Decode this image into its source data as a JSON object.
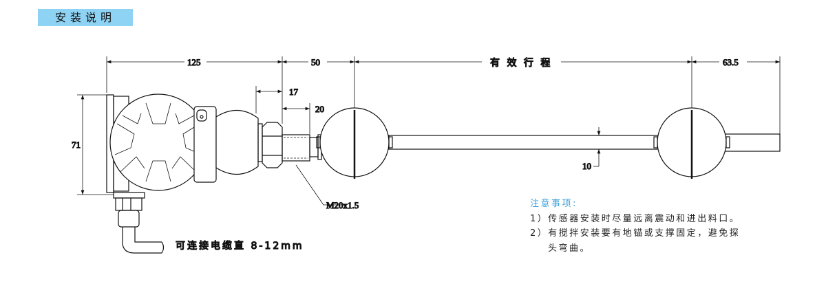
{
  "title": "安装说明",
  "dimensions": {
    "d125": "125",
    "d50": "50",
    "stroke": "有 效 行 程",
    "d63": "63.5",
    "d17": "17",
    "d20": "20",
    "d71": "71",
    "d10": "10",
    "thread": "M20x1.5"
  },
  "cable_label": "可连接电缆直  8-12mm",
  "notes": {
    "heading": "注意事项:",
    "items": [
      "1）传感器安装时尽量远离震动和进出料口。",
      "2）有搅拌安装要有地锚或支撑固定，避免探",
      "头弯曲。"
    ]
  },
  "colors": {
    "banner": "#8fd3f4",
    "heading": "#3ba0d8"
  }
}
